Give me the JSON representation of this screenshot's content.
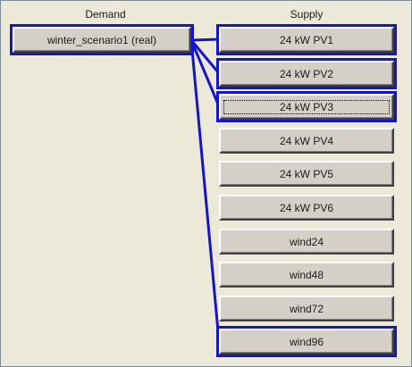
{
  "headers": {
    "demand": "Demand",
    "supply": "Supply"
  },
  "demand": {
    "label": "winter_scenario1  (real)",
    "selected": true
  },
  "supply": [
    {
      "label": "24 kW PV1",
      "selected": true
    },
    {
      "label": "24 kW PV2",
      "selected": true
    },
    {
      "label": "24 kW PV3",
      "selected": true,
      "focused": true
    },
    {
      "label": "24 kW PV4",
      "selected": false
    },
    {
      "label": "24 kW PV5",
      "selected": false
    },
    {
      "label": "24 kW PV6",
      "selected": false
    },
    {
      "label": "wind24",
      "selected": false
    },
    {
      "label": "wind48",
      "selected": false
    },
    {
      "label": "wind72",
      "selected": false
    },
    {
      "label": "wind96",
      "selected": true
    }
  ],
  "connections": [
    0,
    1,
    2,
    9
  ],
  "colors": {
    "connection": "#1414c8",
    "selection_border": "#1414c8",
    "button_face": "#d4d0c8",
    "panel_bg": "#ece9d8"
  }
}
